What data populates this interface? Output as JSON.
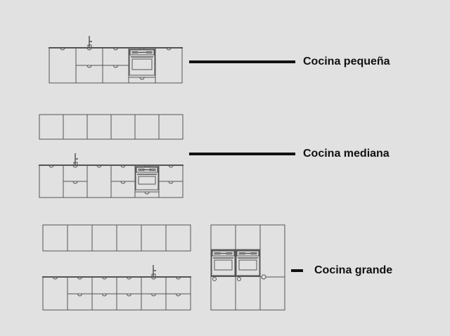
{
  "kitchens": [
    {
      "label": "Cocina pequeña"
    },
    {
      "label": "Cocina mediana"
    },
    {
      "label": "Cocina grande"
    }
  ],
  "colors": {
    "background": "#e1e1e1",
    "line": "#555555",
    "leader": "#111111"
  }
}
